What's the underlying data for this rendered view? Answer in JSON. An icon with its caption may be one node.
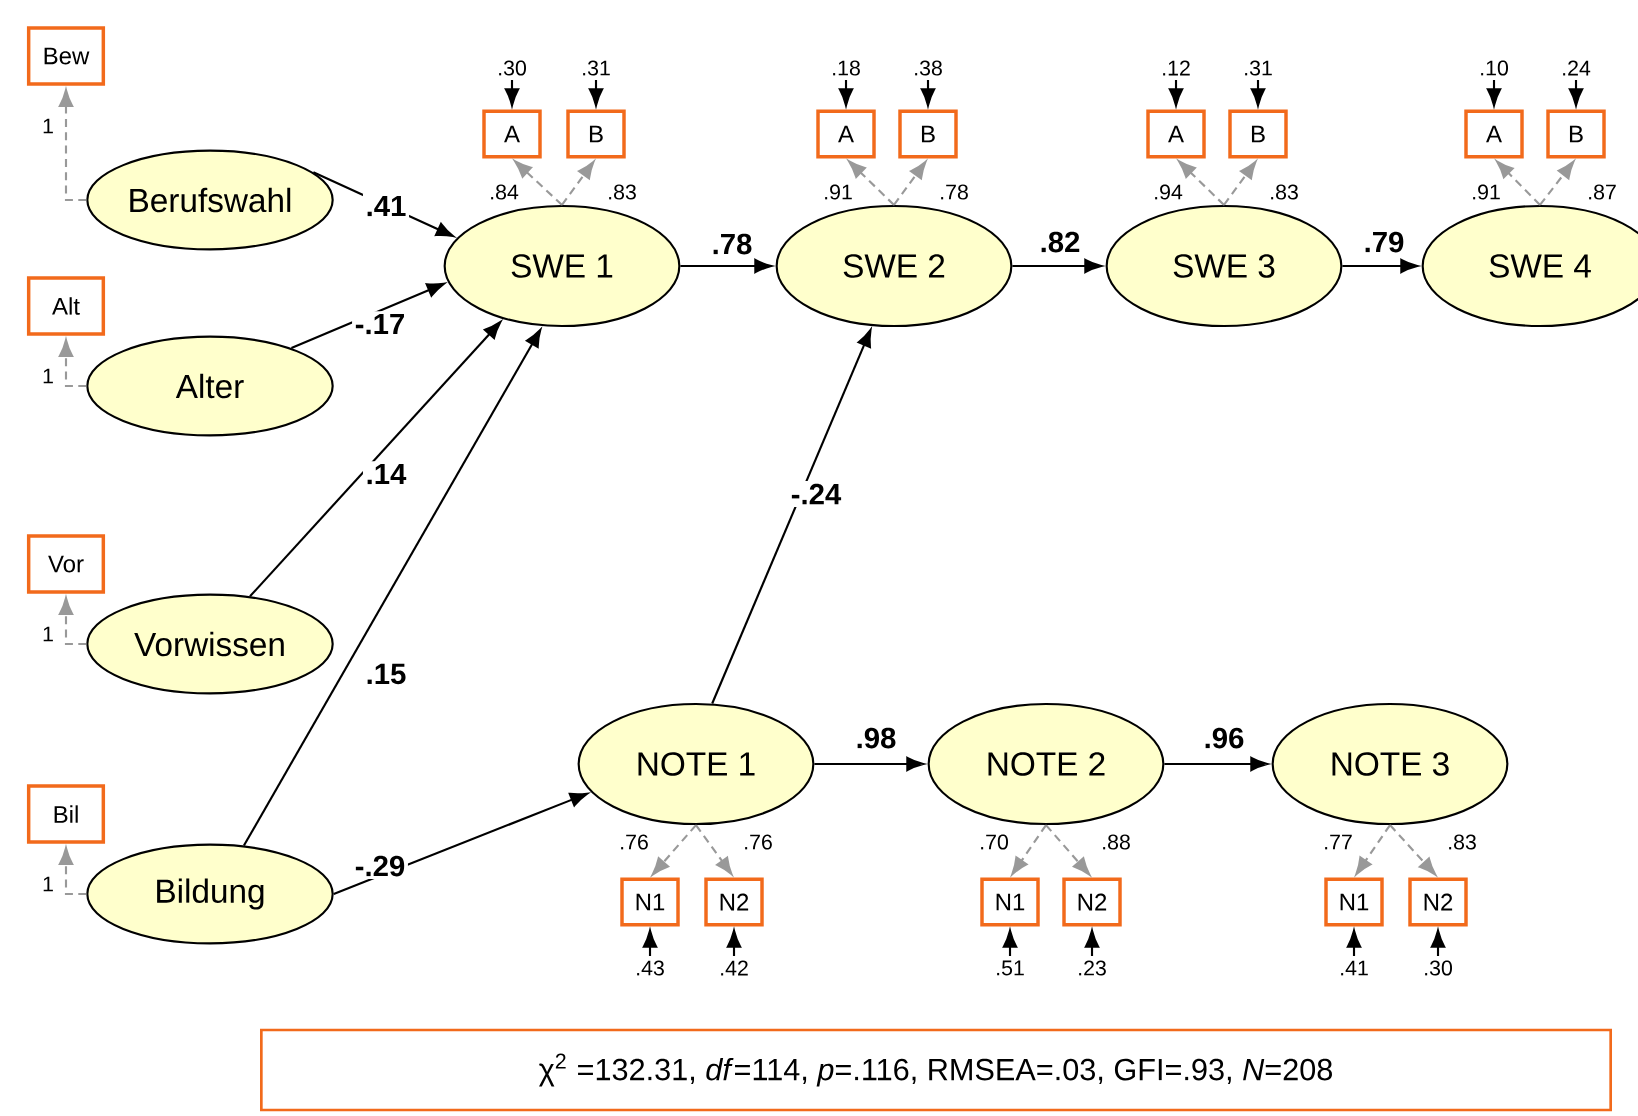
{
  "diagram": {
    "nodes": [
      {
        "text": [
          "Bew"
        ]
      },
      {
        "text": [
          "Berufswahl"
        ]
      },
      {
        "text": [
          "Alt"
        ]
      },
      {
        "text": [
          "Alter"
        ]
      },
      {
        "text": [
          "Vor"
        ]
      },
      {
        "text": [
          "Vorwissen"
        ]
      },
      {
        "text": [
          "Bil"
        ]
      },
      {
        "text": [
          "Bildung"
        ]
      },
      {
        "text": [
          "A"
        ]
      },
      {
        "text": [
          "B"
        ]
      },
      {
        "text": [
          "A"
        ]
      },
      {
        "text": [
          "B"
        ]
      },
      {
        "text": [
          "A"
        ]
      },
      {
        "text": [
          "B"
        ]
      },
      {
        "text": [
          "A"
        ]
      },
      {
        "text": [
          "B"
        ]
      },
      {
        "text": [
          "SWE 1"
        ]
      },
      {
        "text": [
          "SWE 2"
        ]
      },
      {
        "text": [
          "SWE 3"
        ]
      },
      {
        "text": [
          "SWE 4"
        ]
      },
      {
        "text": [
          "NOTE 1"
        ]
      },
      {
        "text": [
          "NOTE 2"
        ]
      },
      {
        "text": [
          "NOTE 3"
        ]
      },
      {
        "text": [
          "N1"
        ]
      },
      {
        "text": [
          "N2"
        ]
      },
      {
        "text": [
          "N1"
        ]
      },
      {
        "text": [
          "N2"
        ]
      },
      {
        "text": [
          "N1"
        ]
      },
      {
        "text": [
          "N2"
        ]
      },
      {
        "text": [
          "χ$^{2}$ =132.31, *df*=114, *p*=.116, RMSEA=.03, GFI=.93, *N*=208"
        ]
      }
    ],
    "edges": [
      {
        "from": 1,
        "to": 0,
        "arrow": "to",
        "label": "1",
        "style": "dashed",
        "color": "#999999"
      },
      {
        "from": 3,
        "to": 2,
        "arrow": "to",
        "label": "1",
        "style": "dashed",
        "color": "#999999"
      },
      {
        "from": 5,
        "to": 4,
        "arrow": "to",
        "label": "1",
        "style": "dashed",
        "color": "#999999"
      },
      {
        "from": 7,
        "to": 6,
        "arrow": "to",
        "label": "1",
        "style": "dashed",
        "color": "#999999"
      },
      {
        "from": 1,
        "to": 16,
        "arrow": "to",
        "label": ".41"
      },
      {
        "from": 3,
        "to": 16,
        "arrow": "to",
        "label": "-.17"
      },
      {
        "from": 5,
        "to": 16,
        "arrow": "to",
        "label": ".14"
      },
      {
        "from": 7,
        "to": 16,
        "arrow": "to",
        "label": ".15"
      },
      {
        "from": 7,
        "to": 20,
        "arrow": "to",
        "label": "-.29"
      },
      {
        "from": 20,
        "to": 17,
        "arrow": "to",
        "label": "-.24"
      },
      {
        "from": 16,
        "to": 17,
        "arrow": "to",
        "label": ".78"
      },
      {
        "from": 17,
        "to": 18,
        "arrow": "to",
        "label": ".82"
      },
      {
        "from": 18,
        "to": 19,
        "arrow": "to",
        "label": ".79"
      },
      {
        "from": 20,
        "to": 21,
        "arrow": "to",
        "label": ".98"
      },
      {
        "from": 21,
        "to": 22,
        "arrow": "to",
        "label": ".96"
      },
      {
        "from": 16,
        "to": 8,
        "arrow": "to",
        "label": ".84",
        "style": "dashed",
        "color": "#999999"
      },
      {
        "from": 16,
        "to": 9,
        "arrow": "to",
        "label": ".83",
        "style": "dashed",
        "color": "#999999"
      },
      {
        "from": 17,
        "to": 10,
        "arrow": "to",
        "label": ".91",
        "style": "dashed",
        "color": "#999999"
      },
      {
        "from": 17,
        "to": 11,
        "arrow": "to",
        "label": ".78",
        "style": "dashed",
        "color": "#999999"
      },
      {
        "from": 18,
        "to": 12,
        "arrow": "to",
        "label": ".94",
        "style": "dashed",
        "color": "#999999"
      },
      {
        "from": 18,
        "to": 13,
        "arrow": "to",
        "label": ".83",
        "style": "dashed",
        "color": "#999999"
      },
      {
        "from": 19,
        "to": 14,
        "arrow": "to",
        "label": ".91",
        "style": "dashed",
        "color": "#999999"
      },
      {
        "from": 19,
        "to": 15,
        "arrow": "to",
        "label": ".87",
        "style": "dashed",
        "color": "#999999"
      },
      {
        "from": 20,
        "to": 23,
        "arrow": "to",
        "label": ".76",
        "style": "dashed",
        "color": "#999999"
      },
      {
        "from": 20,
        "to": 24,
        "arrow": "to",
        "label": ".76",
        "style": "dashed",
        "color": "#999999"
      },
      {
        "from": 21,
        "to": 25,
        "arrow": "to",
        "label": ".70",
        "style": "dashed",
        "color": "#999999"
      },
      {
        "from": 21,
        "to": 26,
        "arrow": "to",
        "label": ".88",
        "style": "dashed",
        "color": "#999999"
      },
      {
        "from": 22,
        "to": 27,
        "arrow": "to",
        "label": ".77",
        "style": "dashed",
        "color": "#999999"
      },
      {
        "from": 22,
        "to": 28,
        "arrow": "to",
        "label": ".83",
        "style": "dashed",
        "color": "#999999"
      },
      {
        "from": null,
        "to": 8,
        "arrow": "to",
        "label": ".30"
      },
      {
        "from": null,
        "to": 9,
        "arrow": "to",
        "label": ".31"
      },
      {
        "from": null,
        "to": 10,
        "arrow": "to",
        "label": ".18"
      },
      {
        "from": null,
        "to": 11,
        "arrow": "to",
        "label": ".38"
      },
      {
        "from": null,
        "to": 12,
        "arrow": "to",
        "label": ".12"
      },
      {
        "from": null,
        "to": 13,
        "arrow": "to",
        "label": ".31"
      },
      {
        "from": null,
        "to": 14,
        "arrow": "to",
        "label": ".10"
      },
      {
        "from": null,
        "to": 15,
        "arrow": "to",
        "label": ".24"
      },
      {
        "from": null,
        "to": 23,
        "arrow": "to",
        "label": ".43"
      },
      {
        "from": null,
        "to": 24,
        "arrow": "to",
        "label": ".42"
      },
      {
        "from": null,
        "to": 25,
        "arrow": "to",
        "label": ".51"
      },
      {
        "from": null,
        "to": 26,
        "arrow": "to",
        "label": ".23"
      },
      {
        "from": null,
        "to": 27,
        "arrow": "to",
        "label": ".41"
      },
      {
        "from": null,
        "to": 28,
        "arrow": "to",
        "label": ".30"
      }
    ]
  }
}
